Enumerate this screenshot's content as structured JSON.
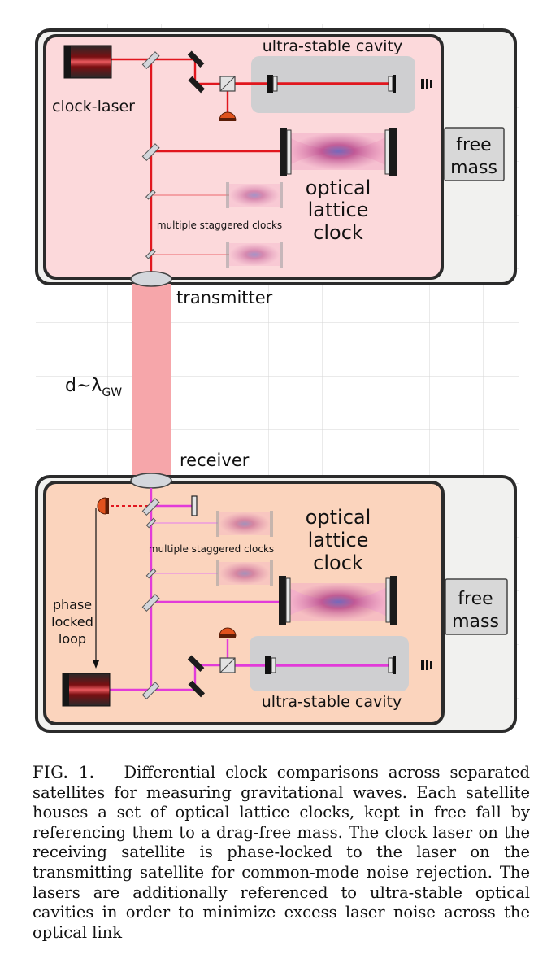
{
  "figure": {
    "top_satellite": {
      "clock_laser": "clock-laser",
      "cavity": "ultra-stable cavity",
      "lattice_clock": [
        "optical",
        "lattice",
        "clock"
      ],
      "staggered": "multiple staggered clocks",
      "free_mass": [
        "free",
        "mass"
      ],
      "transmitter": "transmitter"
    },
    "link": {
      "distance_main": "d~λ",
      "distance_sub": "GW",
      "receiver": "receiver"
    },
    "bottom_satellite": {
      "lattice_clock": [
        "optical",
        "lattice",
        "clock"
      ],
      "staggered": "multiple staggered clocks",
      "pll": [
        "phase",
        "locked",
        "loop"
      ],
      "free_mass": [
        "free",
        "mass"
      ],
      "cavity": "ultra-stable cavity"
    },
    "colors": {
      "top_payload": "#fcd9db",
      "bottom_payload": "#fbd4bd",
      "top_beam": "#e1171e",
      "bottom_beam": "#e23bd9",
      "link_beam": "#f6a6aa",
      "cavity_box": "#cfcfd1"
    }
  },
  "caption": {
    "lead": "FIG. 1.",
    "text": "Differential clock comparisons across separated satellites for measuring gravitational waves. Each satellite houses a set of optical lattice clocks, kept in free fall by referencing them to a drag-free mass. The clock laser on the receiving satellite is phase-locked to the laser on the transmitting satellite for common-mode noise rejection. The lasers are additionally referenced to ultra-stable optical cavities in order to minimize excess laser noise across the optical link"
  }
}
